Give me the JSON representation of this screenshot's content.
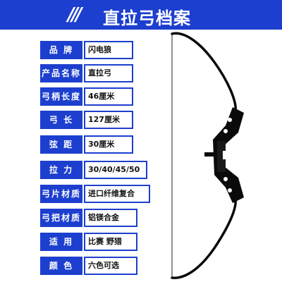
{
  "header": {
    "slashes": "///",
    "title": "直拉弓档案"
  },
  "specs": [
    {
      "label": "品 牌",
      "value": "闪电狼"
    },
    {
      "label": "产品名称",
      "value": "直拉弓"
    },
    {
      "label": "弓柄长度",
      "value": "46厘米"
    },
    {
      "label": "弓 长",
      "value": "127厘米"
    },
    {
      "label": "弦 距",
      "value": "30厘米"
    },
    {
      "label": "拉 力",
      "value": "30/40/45/50"
    },
    {
      "label": "弓片材质",
      "value": "进口纤维复合"
    },
    {
      "label": "弓把材质",
      "value": "铝镁合金"
    },
    {
      "label": "适 用",
      "value": "比赛 野猎"
    },
    {
      "label": "颜 色",
      "value": "六色可选"
    }
  ],
  "colors": {
    "accent": "#1d3fcf",
    "bow": "#0a0a0a"
  },
  "icons": {
    "product": "recurve-bow-image"
  }
}
